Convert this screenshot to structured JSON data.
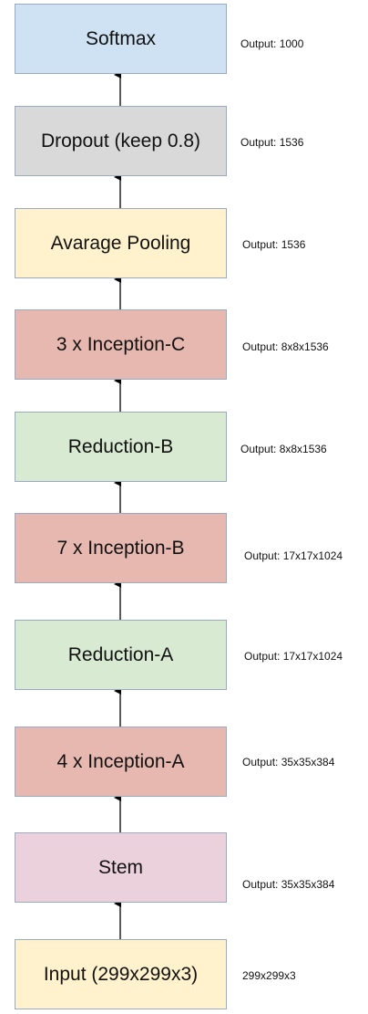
{
  "blocks": [
    {
      "id": "softmax",
      "label": "Softmax",
      "output": "Output: 1000",
      "color": "#cfe2f3"
    },
    {
      "id": "dropout",
      "label": "Dropout (keep 0.8)",
      "output": "Output: 1536",
      "color": "#d9d9d9"
    },
    {
      "id": "avg-pooling",
      "label": "Avarage Pooling",
      "output": "Output: 1536",
      "color": "#fff2cc"
    },
    {
      "id": "inception-c",
      "label": "3 x Inception-C",
      "output": "Output: 8x8x1536",
      "color": "#e6b8af"
    },
    {
      "id": "reduction-b",
      "label": "Reduction-B",
      "output": "Output: 8x8x1536",
      "color": "#d9ead3"
    },
    {
      "id": "inception-b",
      "label": "7 x Inception-B",
      "output": "Output: 17x17x1024",
      "color": "#e6b8af"
    },
    {
      "id": "reduction-a",
      "label": "Reduction-A",
      "output": "Output: 17x17x1024",
      "color": "#d9ead3"
    },
    {
      "id": "inception-a",
      "label": "4 x Inception-A",
      "output": "Output: 35x35x384",
      "color": "#e6b8af"
    },
    {
      "id": "stem",
      "label": "Stem",
      "output": "Output: 35x35x384",
      "color": "#ead1dc"
    },
    {
      "id": "input",
      "label": "Input (299x299x3)",
      "output": "299x299x3",
      "color": "#fff2cc"
    }
  ]
}
